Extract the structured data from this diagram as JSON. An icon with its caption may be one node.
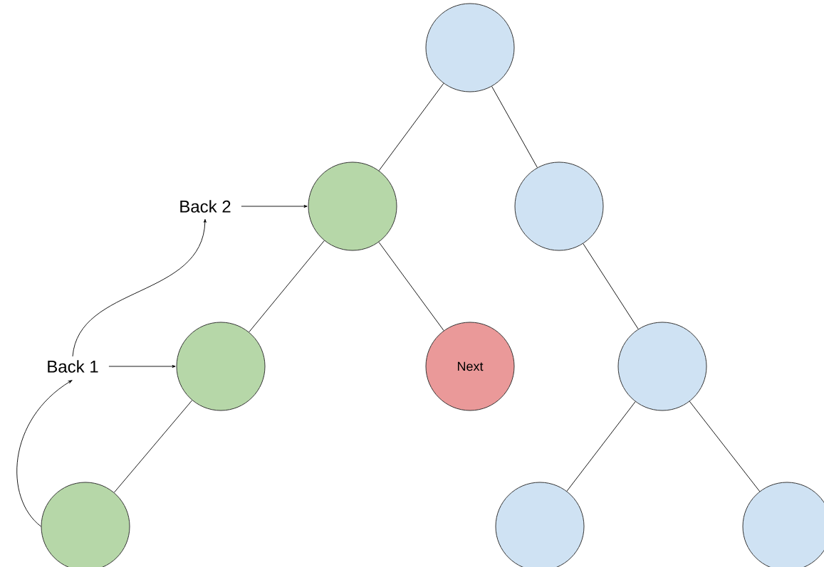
{
  "diagram": {
    "nodes": [
      {
        "text": [],
        "shape": "circle"
      },
      {
        "text": [
          "Back 2"
        ]
      },
      {
        "text": [],
        "shape": "circle"
      },
      {
        "text": [],
        "shape": "circle"
      },
      {
        "text": [
          "Back 1"
        ]
      },
      {
        "text": [],
        "shape": "circle"
      },
      {
        "text": [
          "Next"
        ]
      },
      {
        "text": [],
        "shape": "circle"
      },
      {
        "text": [],
        "shape": "circle"
      },
      {
        "text": [],
        "shape": "circle"
      },
      {
        "text": [],
        "shape": "circle"
      }
    ],
    "edges": [
      {
        "from": 0,
        "to": 2,
        "arrow": "none"
      },
      {
        "from": 0,
        "to": 3,
        "arrow": "none"
      },
      {
        "from": 2,
        "to": 5,
        "arrow": "none"
      },
      {
        "from": 2,
        "to": 6,
        "arrow": "none"
      },
      {
        "from": 3,
        "to": 7,
        "arrow": "none"
      },
      {
        "from": 5,
        "to": 8,
        "arrow": "none"
      },
      {
        "from": 7,
        "to": 9,
        "arrow": "none"
      },
      {
        "from": 7,
        "to": 10,
        "arrow": "none"
      },
      {
        "from": 1,
        "to": 2,
        "arrow": "to"
      },
      {
        "from": 4,
        "to": 5,
        "arrow": "to"
      },
      {
        "from": 8,
        "to": 4,
        "arrow": "to"
      },
      {
        "from": 4,
        "to": 1,
        "arrow": "to"
      }
    ]
  }
}
